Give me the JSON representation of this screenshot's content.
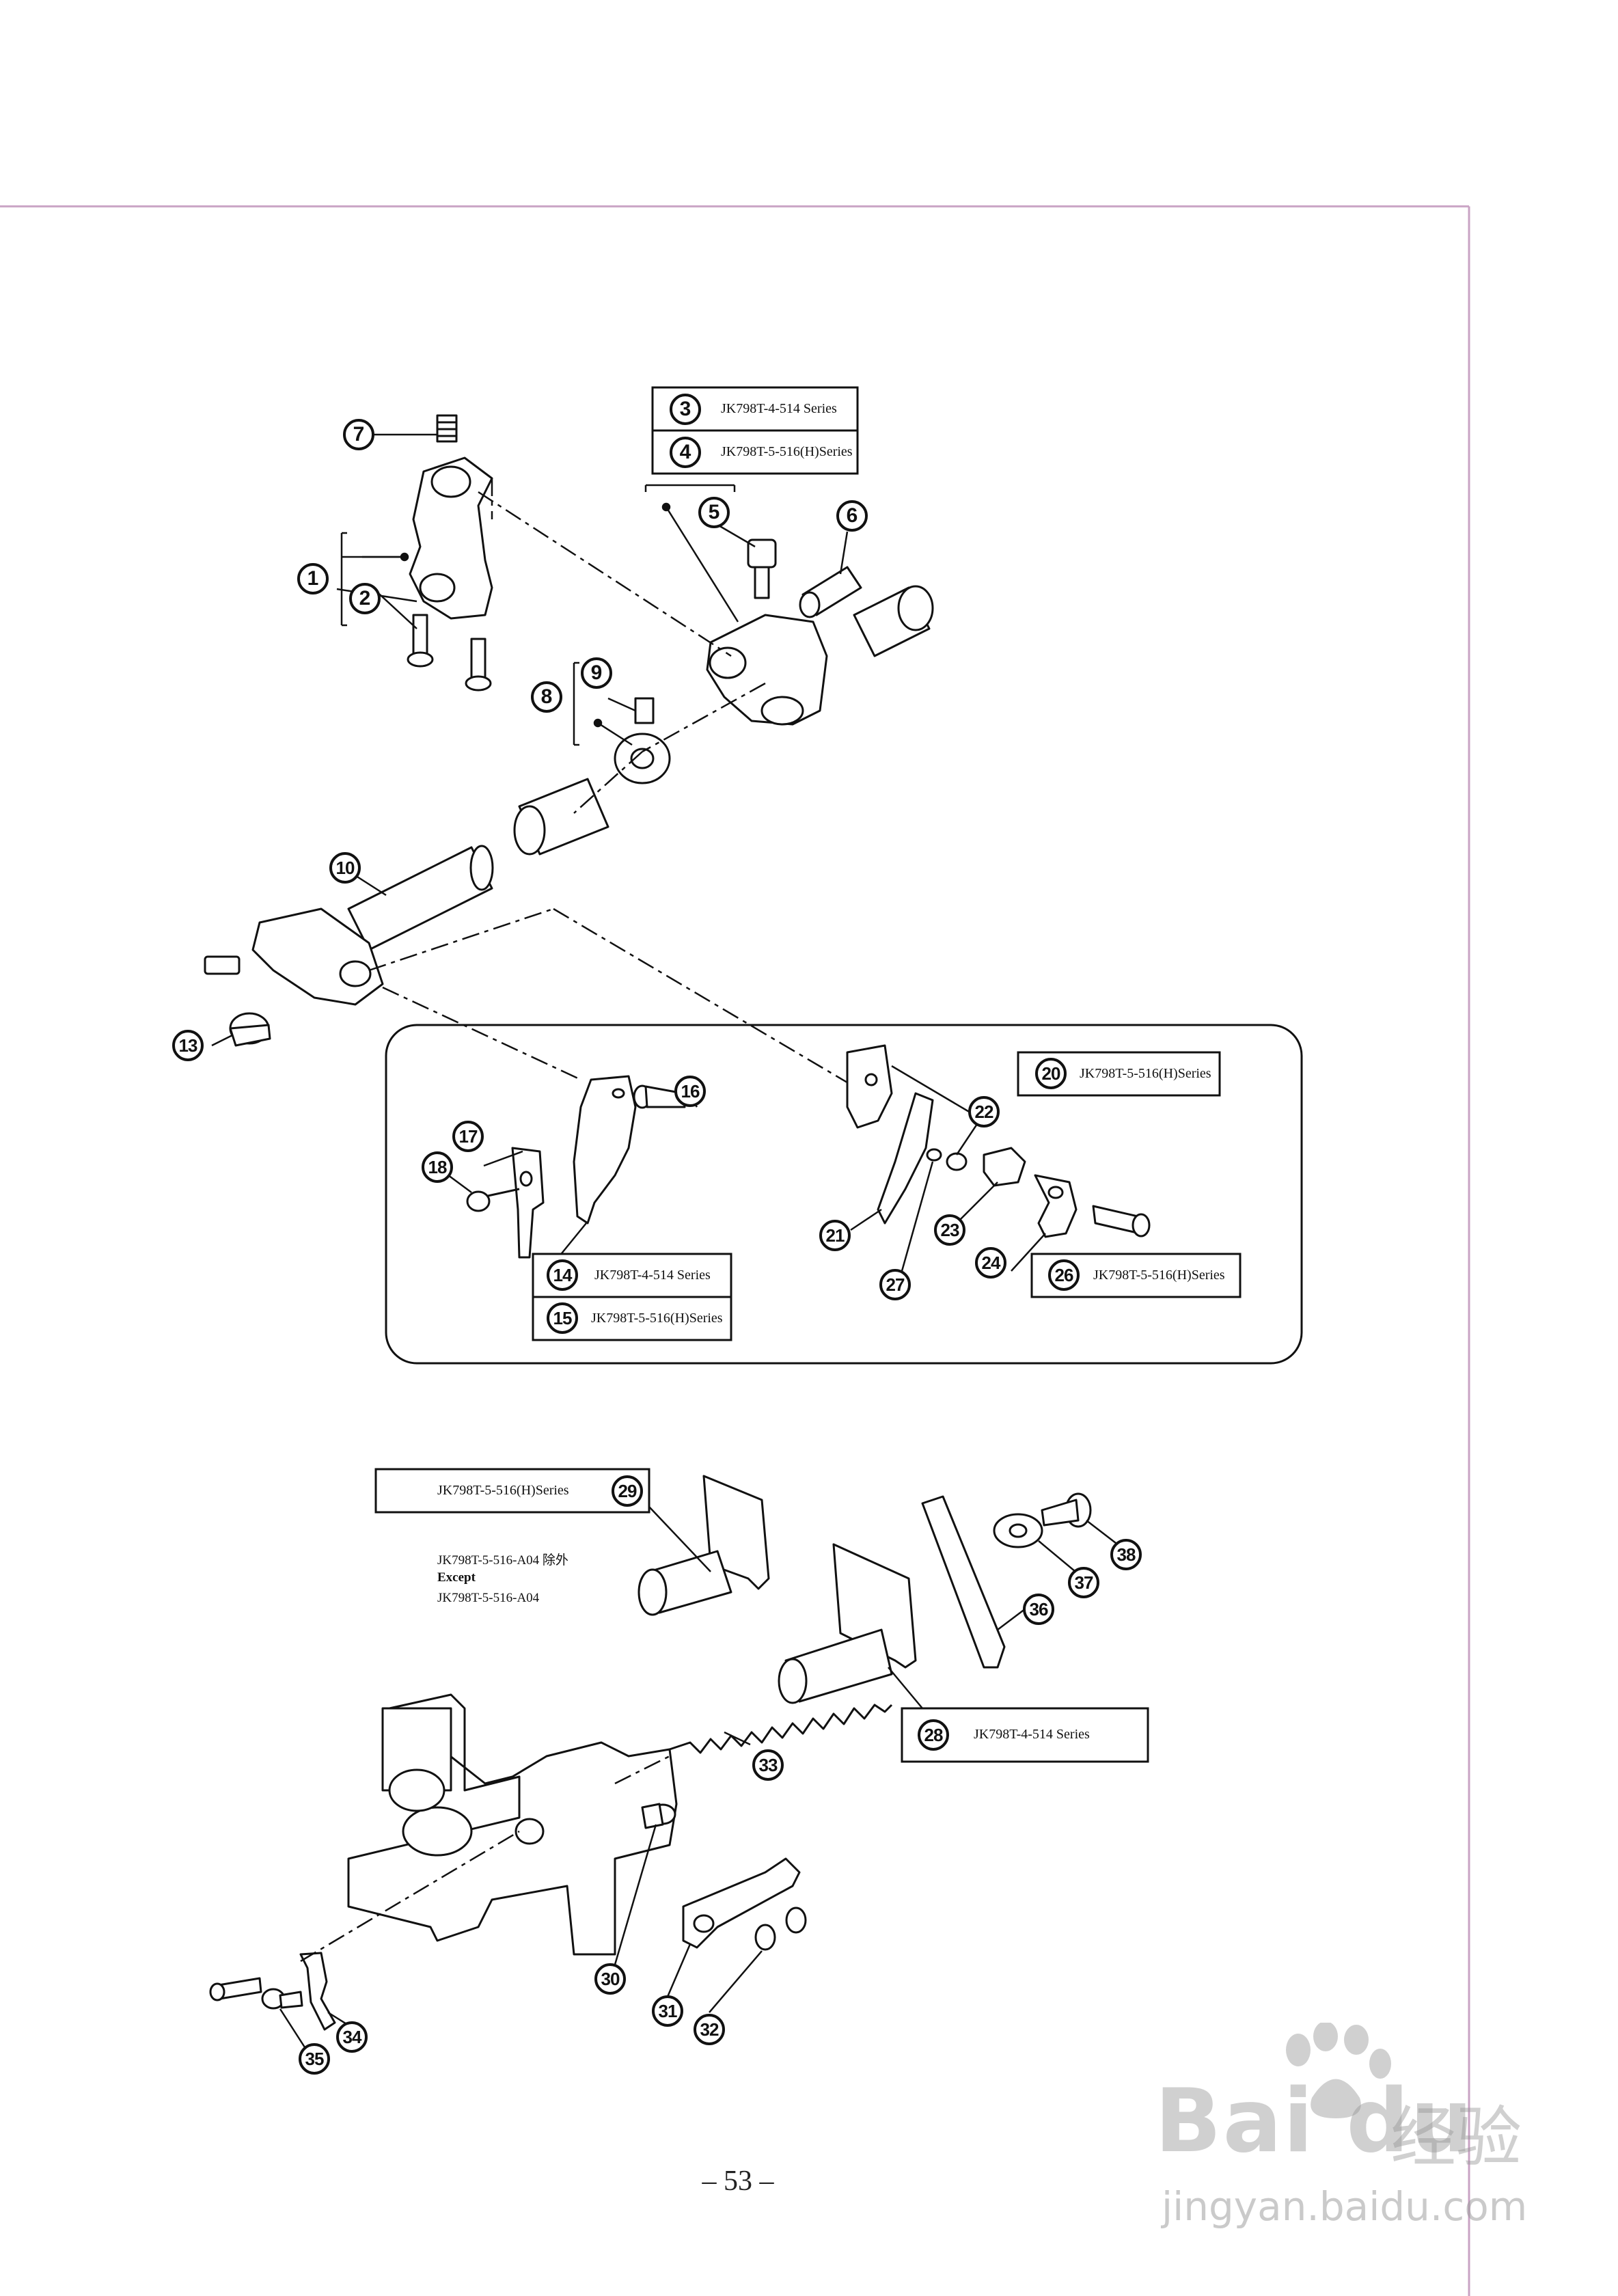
{
  "page": {
    "number": "– 53 –"
  },
  "callouts": {
    "c1": "1",
    "c2": "2",
    "c3": "3",
    "c4": "4",
    "c5": "5",
    "c6": "6",
    "c7": "7",
    "c8": "8",
    "c9": "9",
    "c10": "10",
    "c13": "13",
    "c14": "14",
    "c15": "15",
    "c16": "16",
    "c17": "17",
    "c18": "18",
    "c20": "20",
    "c21": "21",
    "c22": "22",
    "c23": "23",
    "c24": "24",
    "c26": "26",
    "c27": "27",
    "c28": "28",
    "c29": "29",
    "c30": "30",
    "c31": "31",
    "c32": "32",
    "c33": "33",
    "c34": "34",
    "c35": "35",
    "c36": "36",
    "c37": "37",
    "c38": "38"
  },
  "labels": {
    "l3": "JK798T-4-514 Series",
    "l4": "JK798T-5-516(H)Series",
    "l14": "JK798T-4-514 Series",
    "l15": "JK798T-5-516(H)Series",
    "l20": "JK798T-5-516(H)Series",
    "l26": "JK798T-5-516(H)Series",
    "l28": "JK798T-4-514 Series",
    "l29": "JK798T-5-516(H)Series",
    "note_line1": "JK798T-5-516-A04 除外",
    "note_line2": "Except",
    "note_line3": "JK798T-5-516-A04"
  },
  "watermark": {
    "brand": "Bai du",
    "brand_cn": "经验",
    "url": "jingyan.baidu.com"
  },
  "colors": {
    "margin_line": "#c9a3c4",
    "ink": "#111111"
  }
}
